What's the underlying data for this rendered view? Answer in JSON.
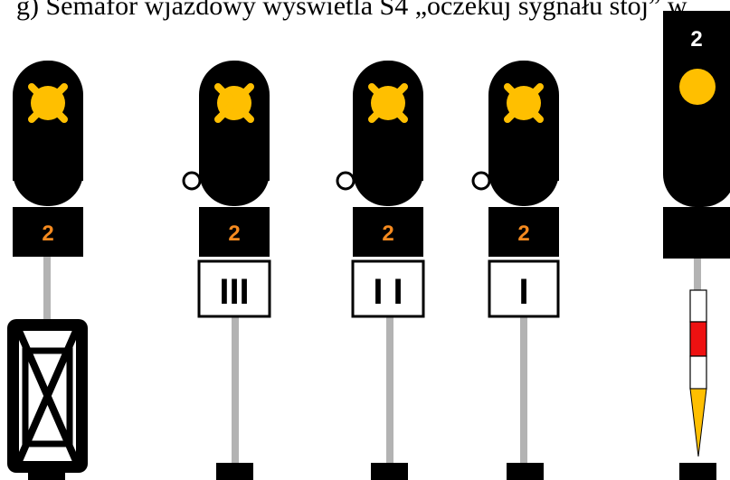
{
  "caption": "g) Semafor wjazdowy wyświetla S4 „oczekuj sygnału stój” w",
  "colors": {
    "head": "#000000",
    "lamp_yellow": "#ffbf00",
    "number_orange": "#f58a1f",
    "number_white": "#ffffff",
    "pole": "#b3b3b3",
    "mast_red": "#ee1111",
    "mast_yellow": "#ffbf00"
  },
  "signals": [
    {
      "name": "signal-1",
      "number": "2",
      "plate": "cross-board-icon"
    },
    {
      "name": "signal-2",
      "number": "2",
      "plate": "III"
    },
    {
      "name": "signal-3",
      "number": "2",
      "plate": "I I"
    },
    {
      "name": "signal-4",
      "number": "2",
      "plate": "I"
    },
    {
      "name": "signal-5",
      "number": "2",
      "plate": "striped-mast-icon"
    }
  ]
}
